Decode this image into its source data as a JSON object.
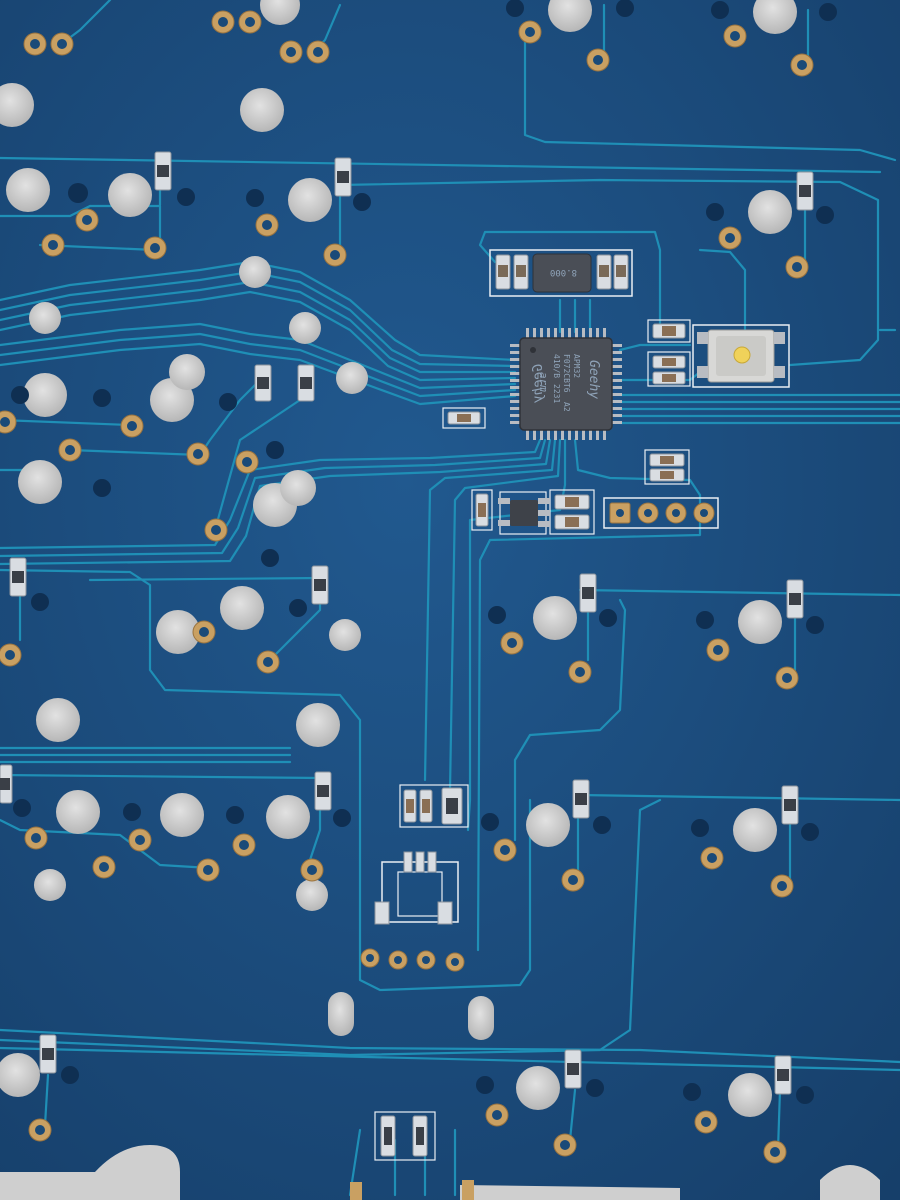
{
  "colors": {
    "board": "#1d4f85",
    "board_dark": "#17436f",
    "trace": "#1f8fb6",
    "trace_bright": "#27a3c8",
    "hole_bg": "#c9c9c9",
    "pad_gold": "#c9a062",
    "silk": "#e9eef3",
    "ic_body": "#4a4e56"
  },
  "mcu": {
    "logo": "Geehy",
    "line1": "APM32",
    "line2": "F072CBT6",
    "line3": "A2",
    "line4": "410/B",
    "line5": "2231",
    "brand": "arm"
  },
  "crystal": {
    "label": "8.000"
  }
}
